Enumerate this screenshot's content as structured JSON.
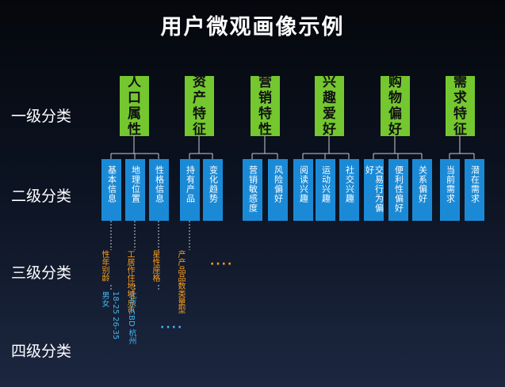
{
  "title": "用户微观画像示例",
  "row_labels": {
    "level1": "一级分类",
    "level2": "二级分类",
    "level3": "三级分类",
    "level4": "四级分类"
  },
  "level1": [
    "人口属性",
    "资产特征",
    "营销特性",
    "兴趣爱好",
    "购物偏好",
    "需求特征"
  ],
  "level2": [
    [
      "基本信息",
      "地理位置",
      "性格信息"
    ],
    [
      "持有产品",
      "变化趋势"
    ],
    [
      "营销敏感度",
      "风险偏好"
    ],
    [
      "阅读兴趣",
      "运动兴趣",
      "社交兴趣"
    ],
    [
      "交易行为偏好",
      "便利性偏好",
      "关系偏好"
    ],
    [
      "当前需求",
      "潜在需求"
    ]
  ],
  "level3": [
    "性年别龄",
    "工居作住地域点市",
    "星性座格",
    "产产品品数类量型"
  ],
  "level3_more": "····",
  "level4": [
    "男女",
    "18-25 26-35",
    "北京 CBD 杭州"
  ],
  "level4_more": "····",
  "colors": {
    "level1_fill": "#74c72f",
    "level2_fill": "#1b8ad6",
    "level3_text": "#ff9f1c",
    "level4_text": "#45b3ea",
    "connector": "#c9ccd4"
  }
}
